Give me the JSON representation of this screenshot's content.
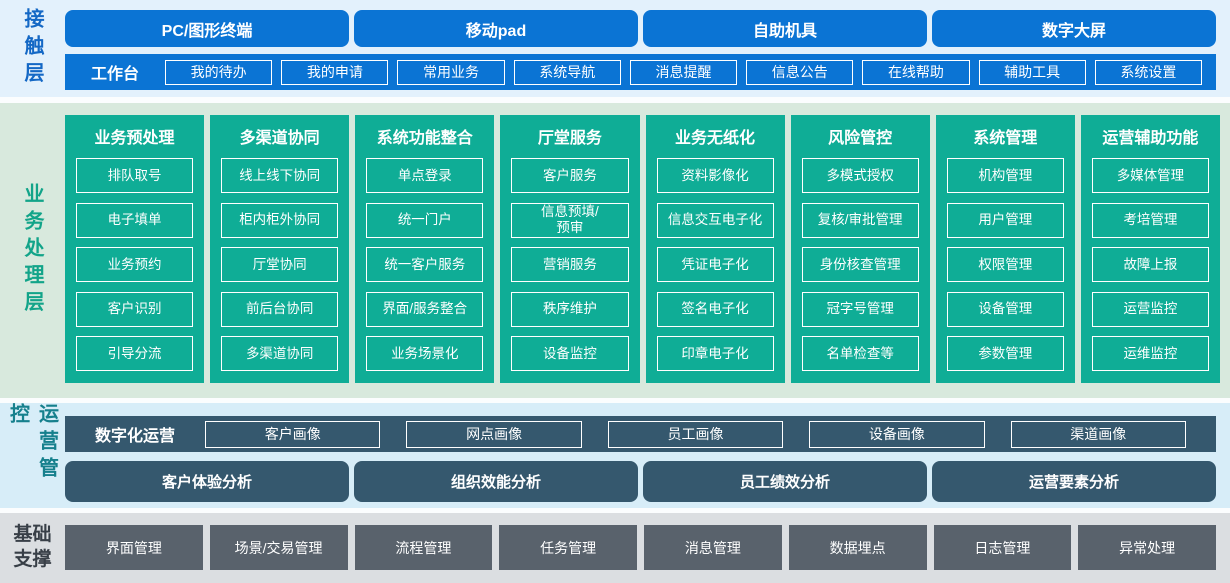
{
  "colors": {
    "contact_blue": "#0B74D4",
    "business_teal": "#0FAD96",
    "ops_slate": "#35586E",
    "foundation_grey": "#59626C",
    "band_bg_contact": "#E3F1FC",
    "band_bg_business": "#D8E9DD",
    "band_bg_ops": "#D7EDF8",
    "band_bg_foundation": "#DBDEE1"
  },
  "layers": {
    "contact": {
      "label": "接触层",
      "devices": [
        "PC/图形终端",
        "移动pad",
        "自助机具",
        "数字大屏"
      ],
      "workbench": {
        "label": "工作台",
        "items": [
          "我的待办",
          "我的申请",
          "常用业务",
          "系统导航",
          "消息提醒",
          "信息公告",
          "在线帮助",
          "辅助工具",
          "系统设置"
        ]
      }
    },
    "business": {
      "label": "业务处理层",
      "columns": [
        {
          "title": "业务预处理",
          "items": [
            "排队取号",
            "电子填单",
            "业务预约",
            "客户识别",
            "引导分流"
          ]
        },
        {
          "title": "多渠道协同",
          "items": [
            "线上线下协同",
            "柜内柜外协同",
            "厅堂协同",
            "前后台协同",
            "多渠道协同"
          ]
        },
        {
          "title": "系统功能整合",
          "items": [
            "单点登录",
            "统一门户",
            "统一客户服务",
            "界面/服务整合",
            "业务场景化"
          ]
        },
        {
          "title": "厅堂服务",
          "items": [
            "客户服务",
            "信息预填/\n预审",
            "营销服务",
            "秩序维护",
            "设备监控"
          ]
        },
        {
          "title": "业务无纸化",
          "items": [
            "资料影像化",
            "信息交互电子化",
            "凭证电子化",
            "签名电子化",
            "印章电子化"
          ]
        },
        {
          "title": "风险管控",
          "items": [
            "多模式授权",
            "复核/审批管理",
            "身份核查管理",
            "冠字号管理",
            "名单检查等"
          ]
        },
        {
          "title": "系统管理",
          "items": [
            "机构管理",
            "用户管理",
            "权限管理",
            "设备管理",
            "参数管理"
          ]
        },
        {
          "title": "运营辅助功能",
          "items": [
            "多媒体管理",
            "考培管理",
            "故障上报",
            "运营监控",
            "运维监控"
          ]
        }
      ]
    },
    "operations": {
      "label": "运营管控",
      "digital": {
        "label": "数字化运营",
        "items": [
          "客户画像",
          "网点画像",
          "员工画像",
          "设备画像",
          "渠道画像"
        ]
      },
      "analysis": [
        "客户体验分析",
        "组织效能分析",
        "员工绩效分析",
        "运营要素分析"
      ]
    },
    "foundation": {
      "label": "基础支撑",
      "items": [
        "界面管理",
        "场景/交易管理",
        "流程管理",
        "任务管理",
        "消息管理",
        "数据埋点",
        "日志管理",
        "异常处理"
      ]
    }
  }
}
